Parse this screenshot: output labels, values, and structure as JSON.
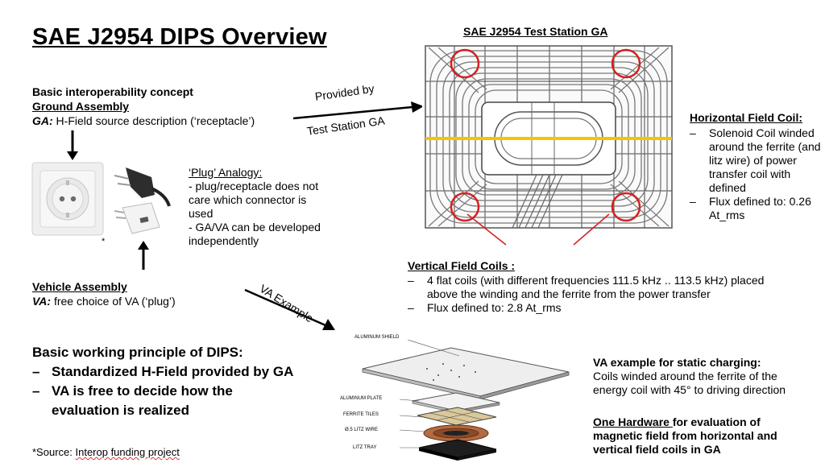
{
  "title": "SAE J2954 DIPS Overview",
  "left": {
    "concept_heading": "Basic interoperability concept",
    "ga_heading": "Ground Assembly",
    "ga_abbr": "GA:",
    "ga_desc": " H-Field source description (‘receptacle’)",
    "plug_heading": "‘Plug’ Analogy:",
    "plug_lines": [
      "- plug/receptacle does not",
      "care which connector is",
      "used",
      "- GA/VA can be developed",
      "independently"
    ],
    "asterisk": "*",
    "va_heading": "Vehicle Assembly",
    "va_abbr": "VA:",
    "va_desc": " free choice of VA (‘plug’)",
    "principle_heading": "Basic working principle of DIPS:",
    "principle_items": [
      "Standardized H-Field provided by GA",
      "VA is free to decide how the evaluation is realized"
    ],
    "source_prefix": "*Source: ",
    "source_link": "Interop funding project"
  },
  "arrows": {
    "provided_by": "Provided by",
    "test_station": "Test Station GA",
    "va_example": "VA Example"
  },
  "station": {
    "heading": "SAE J2954 Test Station GA"
  },
  "horizontal": {
    "heading": "Horizontal Field Coil:",
    "items": [
      "Solenoid Coil winded around the ferrite (and litz wire) of power transfer coil with defined",
      "Flux defined to: 0.26 At_rms"
    ]
  },
  "vertical": {
    "heading": "Vertical Field Coils :",
    "items": [
      "4 flat coils (with different frequencies 111.5 kHz .. 113.5 kHz) placed above the winding and the ferrite from the power transfer",
      "Flux defined to: 2.8 At_rms"
    ]
  },
  "exploded": {
    "labels": [
      "ALUMINUM SHIELD",
      "ALUMINUM PLATE",
      "FERRITE TILES",
      "Ø.5 LITZ WIRE",
      "LITZ TRAY"
    ]
  },
  "va_static": {
    "heading": "VA example for static charging:",
    "desc_lines": [
      "Coils winded around the ferrite of the",
      "energy coil with 45° to driving direction"
    ],
    "hw_underline": "One Hardware ",
    "hw_rest": "for evaluation of",
    "hw_lines": [
      "magnetic field from horizontal and",
      "vertical field coils in GA"
    ]
  },
  "colors": {
    "red": "#d42020",
    "yellow": "#f5c400",
    "coil_stroke": "#6a6a6a"
  }
}
